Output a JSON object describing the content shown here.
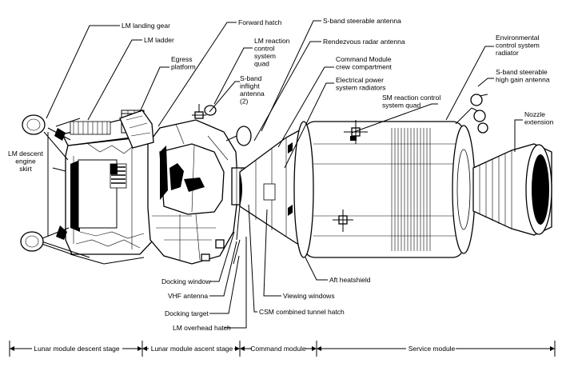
{
  "callouts": {
    "lm_landing_gear": "LM landing gear",
    "lm_ladder": "LM ladder",
    "egress_platform": "Egress\nplatform",
    "lm_descent_engine_skirt": "LM descent\nengine\nskirt",
    "forward_hatch": "Forward hatch",
    "lm_rcs_quad": "LM reaction\ncontrol\nsystem\nquad",
    "s_band_inflight_antenna": "S-band\ninflight\nantenna\n(2)",
    "s_band_steerable_antenna": "S-band steerable antenna",
    "rendezvous_radar_antenna": "Rendezvous radar antenna",
    "cm_crew_compartment": "Command Module\ncrew compartment",
    "eps_radiators": "Electrical power\nsystem radiators",
    "sm_rcs_quad": "SM reaction control\nsystem quad",
    "ecs_radiator": "Environmental\ncontrol system\nradiator",
    "s_band_high_gain": "S-band steerable\nhigh gain antenna",
    "nozzle_extension": "Nozzle\nextension",
    "docking_window": "Docking window",
    "vhf_antenna": "VHF antenna",
    "docking_target": "Docking target",
    "lm_overhead_hatch": "LM overhead hatch",
    "viewing_windows": "Viewing windows",
    "csm_tunnel_hatch": "CSM combined tunnel hatch",
    "aft_heatshield": "Aft heatshield"
  },
  "stages": {
    "descent": "Lunar module descent stage",
    "ascent": "Lunar module ascent stage",
    "command": "Command module",
    "service": "Service module"
  }
}
